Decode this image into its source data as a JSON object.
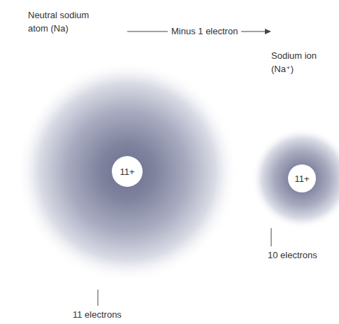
{
  "diagram": {
    "nodes": [
      {
        "text": [
          "Neutral sodium atom (Na)"
        ]
      },
      {
        "text": [
          "11+"
        ],
        "in": 0
      },
      {
        "text": [
          "Sodium ion (Na⁺)"
        ]
      },
      {
        "text": [
          "11+"
        ],
        "in": 2
      }
    ],
    "edges": [
      {
        "from": 0,
        "to": 2,
        "label": "Minus 1 electron",
        "arrow": "to"
      }
    ],
    "labels": [
      "11 electrons",
      "10 electrons"
    ]
  }
}
